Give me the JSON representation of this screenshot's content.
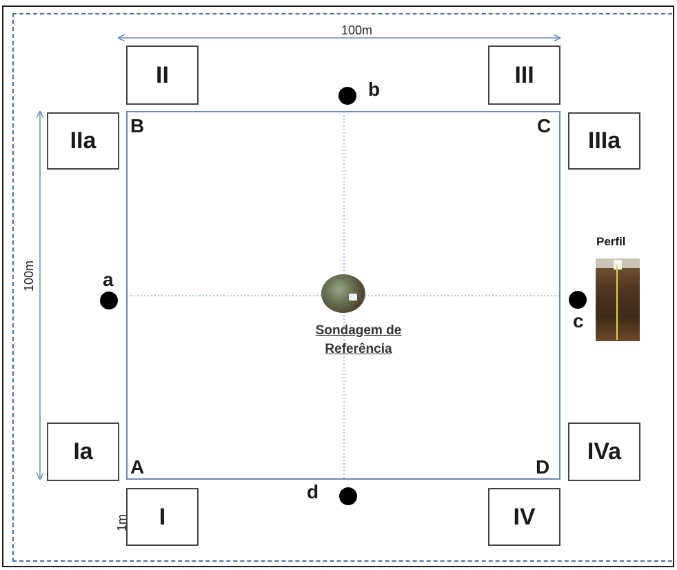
{
  "dimensions": {
    "top_width": "100m",
    "left_height": "100m",
    "small_width": "1m",
    "small_height": "1m"
  },
  "corners": {
    "A": "A",
    "B": "B",
    "C": "C",
    "D": "D"
  },
  "plots": {
    "I": "I",
    "II": "II",
    "III": "III",
    "IV": "IV",
    "Ia": "Ia",
    "IIa": "IIa",
    "IIIa": "IIIa",
    "IVa": "IVa"
  },
  "points": {
    "a": "a",
    "b": "b",
    "c": "c",
    "d": "d"
  },
  "center": {
    "line1": "Sondagem de",
    "line2": "Referência"
  },
  "profile": {
    "label": "Perfil"
  },
  "colors": {
    "square": "#6a8ab5",
    "dashed_frame": "#4f6f9a",
    "cross_lines": "#8fb0d8"
  }
}
